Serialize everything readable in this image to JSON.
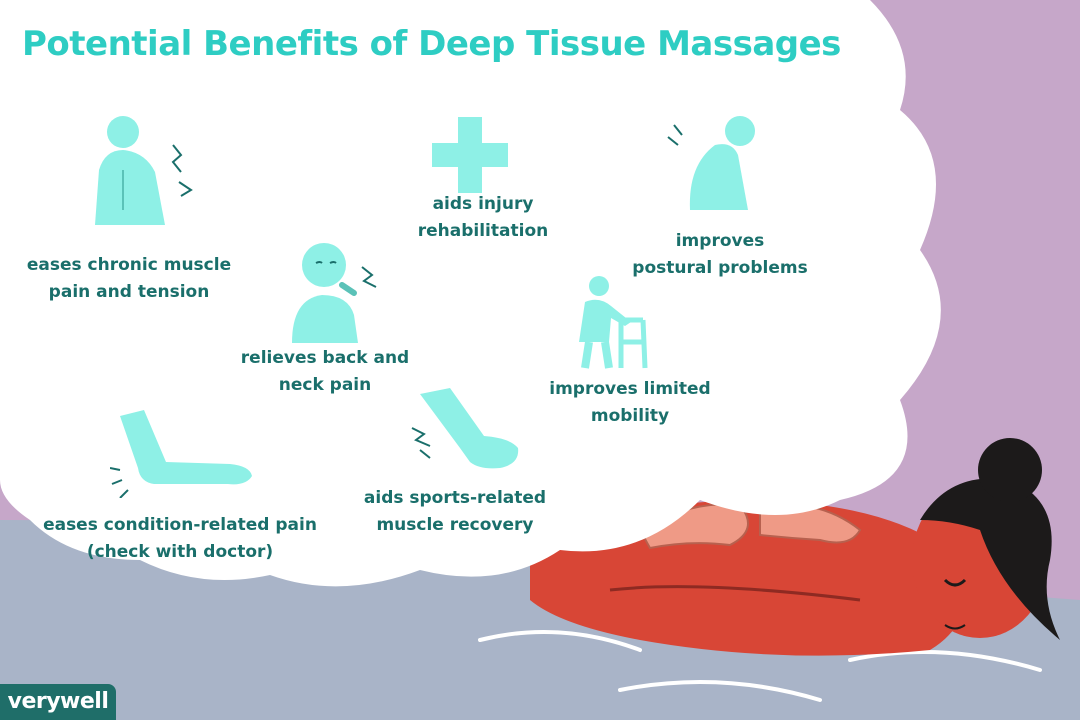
{
  "title": "Potential Benefits of Deep Tissue Massages",
  "benefits": [
    {
      "line1": "eases chronic muscle",
      "line2": "pain and tension",
      "icon": "person-back-icon"
    },
    {
      "line1": "aids injury",
      "line2": "rehabilitation",
      "icon": "medical-cross-icon"
    },
    {
      "line1": "improves",
      "line2": "postural problems",
      "icon": "hunched-person-icon"
    },
    {
      "line1": "relieves back and",
      "line2": "neck pain",
      "icon": "neck-pain-person-icon"
    },
    {
      "line1": "improves limited",
      "line2": "mobility",
      "icon": "walker-person-icon"
    },
    {
      "line1": "eases condition-related pain",
      "line2": "(check with doctor)",
      "icon": "arm-icon"
    },
    {
      "line1": "aids sports-related",
      "line2": "muscle recovery",
      "icon": "leg-foot-icon"
    }
  ],
  "logo": "verywell",
  "colors": {
    "title": "#2ecdc3",
    "label": "#1a6f6b",
    "icon_fill": "#8ef0e6",
    "background_purple": "#c6a7c9",
    "cloud": "#ffffff",
    "bed": "#a9b4c8",
    "person_body": "#d84636",
    "therapist_hands": "#ef9a86",
    "logo_bg": "#1f6e69"
  }
}
